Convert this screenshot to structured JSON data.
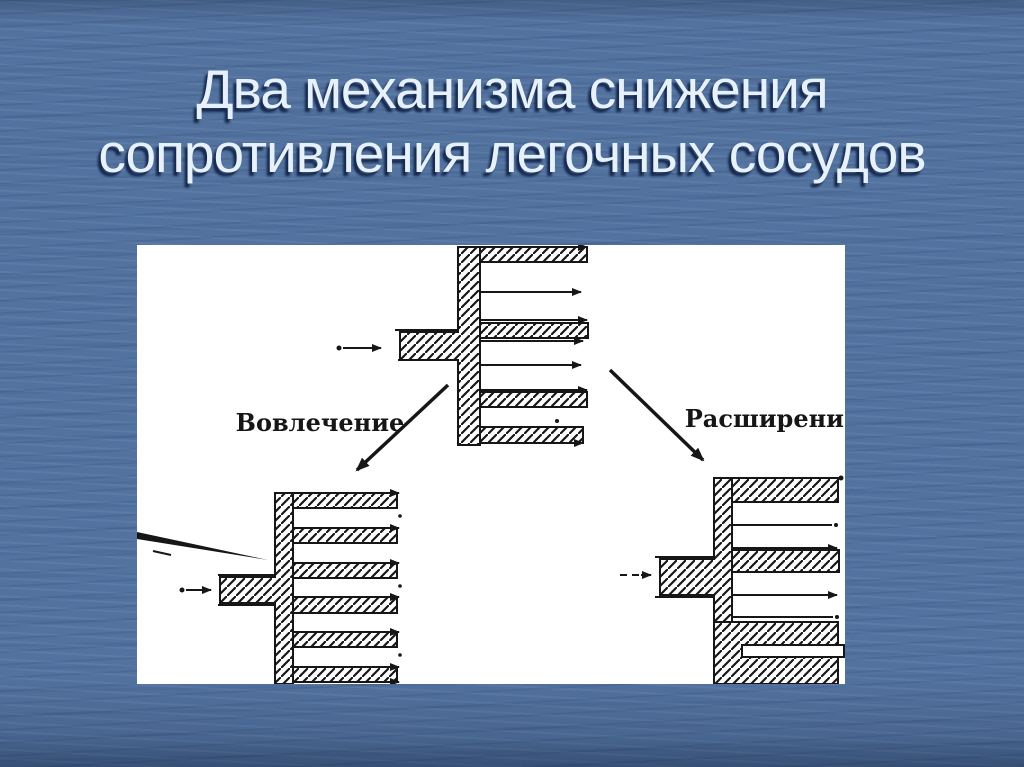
{
  "slide": {
    "title": {
      "line1": "Два механизма снижения",
      "line2": "сопротивления легочных сосудов"
    },
    "colors": {
      "background": "#52729F",
      "title_text": "#E7F1FB",
      "title_shadow": "#16294D",
      "panel": "#FFFFFF",
      "ink": "#161616"
    }
  },
  "figure": {
    "description_labels_only": "scanned line diagram of pulmonary vessels",
    "labels": {
      "recruitment": "Вовлечение",
      "dilation": "Расширение"
    }
  }
}
